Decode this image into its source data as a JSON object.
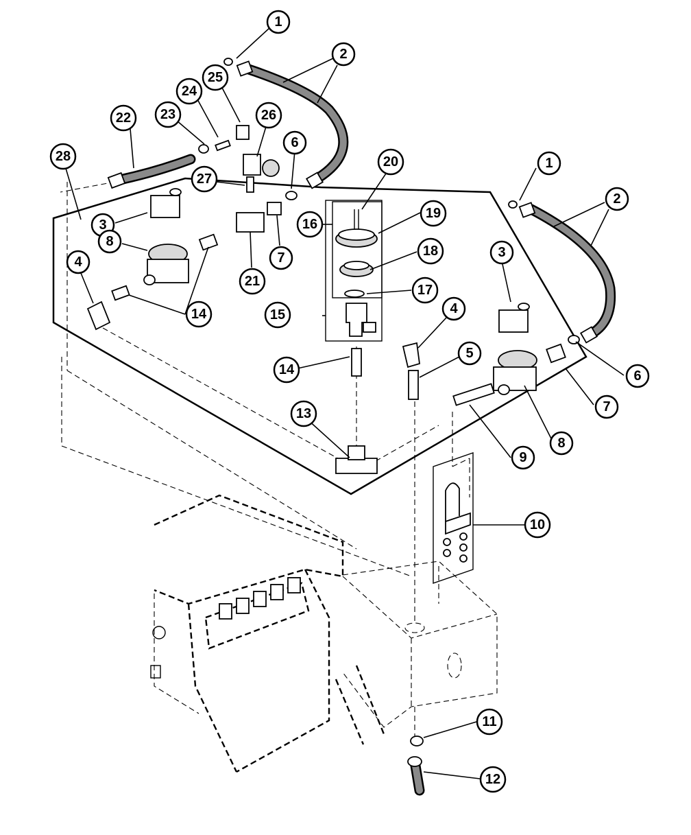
{
  "callouts": [
    {
      "id": "c1a",
      "label": "1"
    },
    {
      "id": "c2a",
      "label": "2"
    },
    {
      "id": "c22",
      "label": "22"
    },
    {
      "id": "c23",
      "label": "23"
    },
    {
      "id": "c24",
      "label": "24"
    },
    {
      "id": "c25",
      "label": "25"
    },
    {
      "id": "c26",
      "label": "26"
    },
    {
      "id": "c6a",
      "label": "6"
    },
    {
      "id": "c28",
      "label": "28"
    },
    {
      "id": "c27",
      "label": "27"
    },
    {
      "id": "c20",
      "label": "20"
    },
    {
      "id": "c1b",
      "label": "1"
    },
    {
      "id": "c2b",
      "label": "2"
    },
    {
      "id": "c3a",
      "label": "3"
    },
    {
      "id": "c16",
      "label": "16"
    },
    {
      "id": "c19",
      "label": "19"
    },
    {
      "id": "c8a",
      "label": "8"
    },
    {
      "id": "c7a",
      "label": "7"
    },
    {
      "id": "c4a",
      "label": "4"
    },
    {
      "id": "c21",
      "label": "21"
    },
    {
      "id": "c18",
      "label": "18"
    },
    {
      "id": "c3b",
      "label": "3"
    },
    {
      "id": "c14a",
      "label": "14"
    },
    {
      "id": "c17",
      "label": "17"
    },
    {
      "id": "c15",
      "label": "15"
    },
    {
      "id": "c4b",
      "label": "4"
    },
    {
      "id": "c14b",
      "label": "14"
    },
    {
      "id": "c5",
      "label": "5"
    },
    {
      "id": "c6b",
      "label": "6"
    },
    {
      "id": "c7b",
      "label": "7"
    },
    {
      "id": "c13",
      "label": "13"
    },
    {
      "id": "c8b",
      "label": "8"
    },
    {
      "id": "c9",
      "label": "9"
    },
    {
      "id": "c10",
      "label": "10"
    },
    {
      "id": "c11",
      "label": "11"
    },
    {
      "id": "c12",
      "label": "12"
    }
  ]
}
